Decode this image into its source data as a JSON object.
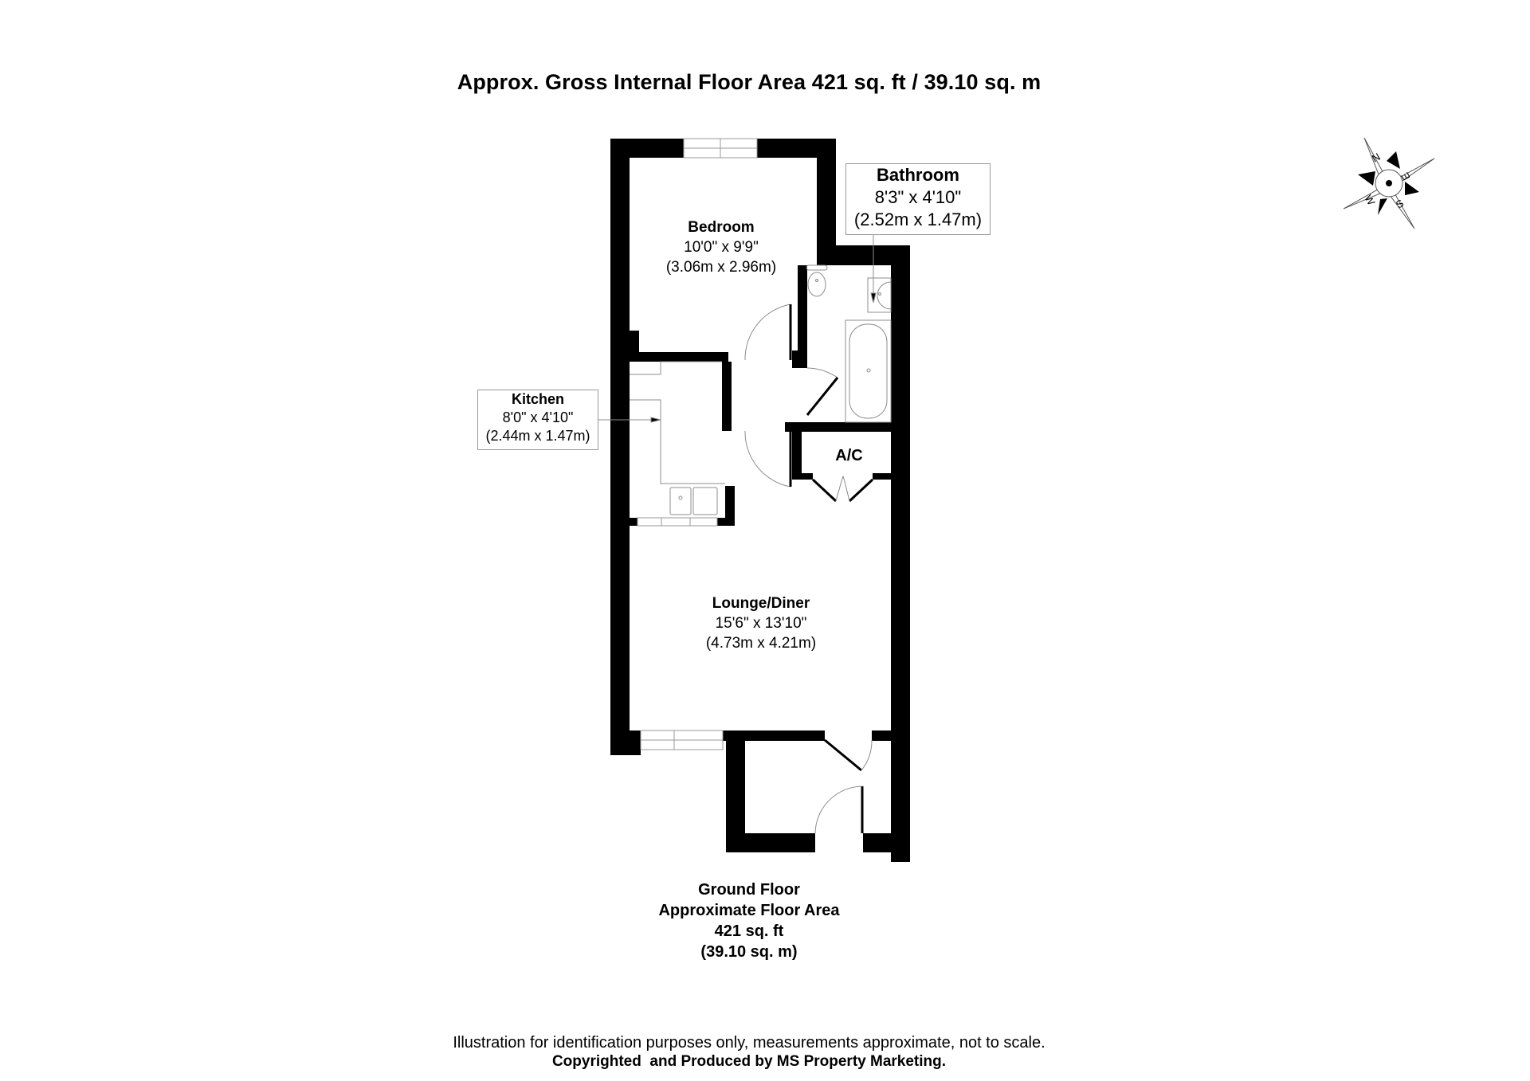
{
  "header": {
    "title": "Approx. Gross Internal Floor Area 421 sq. ft / 39.10 sq. m"
  },
  "rooms": {
    "bedroom": {
      "name": "Bedroom",
      "imperial": "10'0\" x 9'9\"",
      "metric": "(3.06m x 2.96m)"
    },
    "bathroom": {
      "name": "Bathroom",
      "imperial": "8'3\" x 4'10\"",
      "metric": "(2.52m x 1.47m)"
    },
    "kitchen": {
      "name": "Kitchen",
      "imperial": "8'0\" x 4'10\"",
      "metric": "(2.44m x 1.47m)"
    },
    "airing_cupboard": {
      "name": "A/C"
    },
    "lounge_diner": {
      "name": "Lounge/Diner",
      "imperial": "15'6\" x 13'10\"",
      "metric": "(4.73m x 4.21m)"
    }
  },
  "floor_summary": {
    "floor": "Ground Floor",
    "label": "Approximate Floor Area",
    "imperial": "421 sq. ft",
    "metric": "(39.10 sq. m)"
  },
  "compass": {
    "icon": "compass-rose-icon",
    "labels": {
      "n": "N",
      "e": "E",
      "s": "S",
      "w": "W"
    }
  },
  "footer": {
    "disclaimer": "Illustration for identification purposes only, measurements approximate, not to scale.",
    "copyright": "Copyrighted  and Produced by MS Property Marketing."
  },
  "colors": {
    "wall": "#000000",
    "fixture_line": "#8c8c8c",
    "background": "#ffffff",
    "callout_border": "#9a9a9a"
  }
}
